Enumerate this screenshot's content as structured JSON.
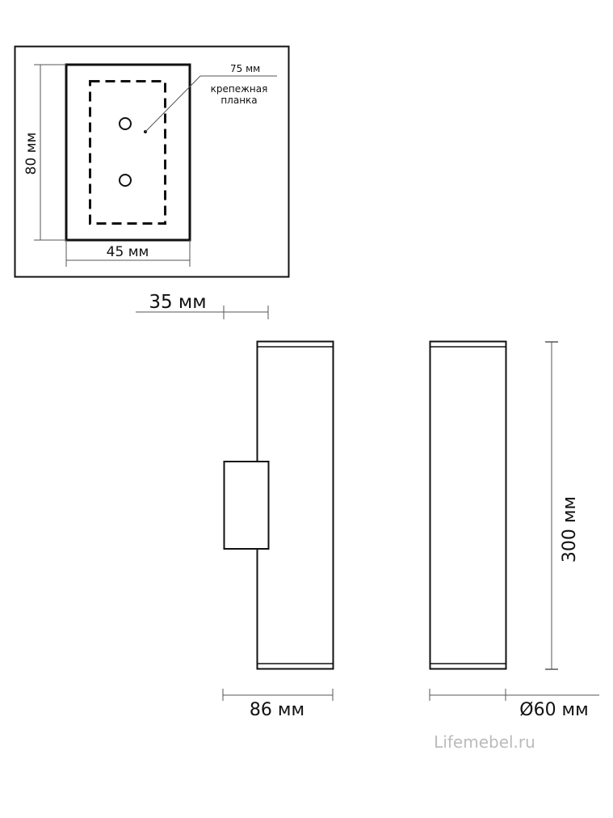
{
  "mounting_plate_view": {
    "height_label": "80 мм",
    "width_label": "45 мм",
    "callout_dimension": "75 мм",
    "callout_line1": "крепежная",
    "callout_line2": "планка"
  },
  "depth_label": "35 мм",
  "side_view": {
    "width_label": "86 мм"
  },
  "front_view": {
    "diameter_label": "Ø60 мм",
    "height_label": "300 мм"
  },
  "watermark": "Lifemebel.ru",
  "colors": {
    "line": "#111111",
    "dimension_line": "#555555",
    "watermark": "#bbbbbb"
  }
}
